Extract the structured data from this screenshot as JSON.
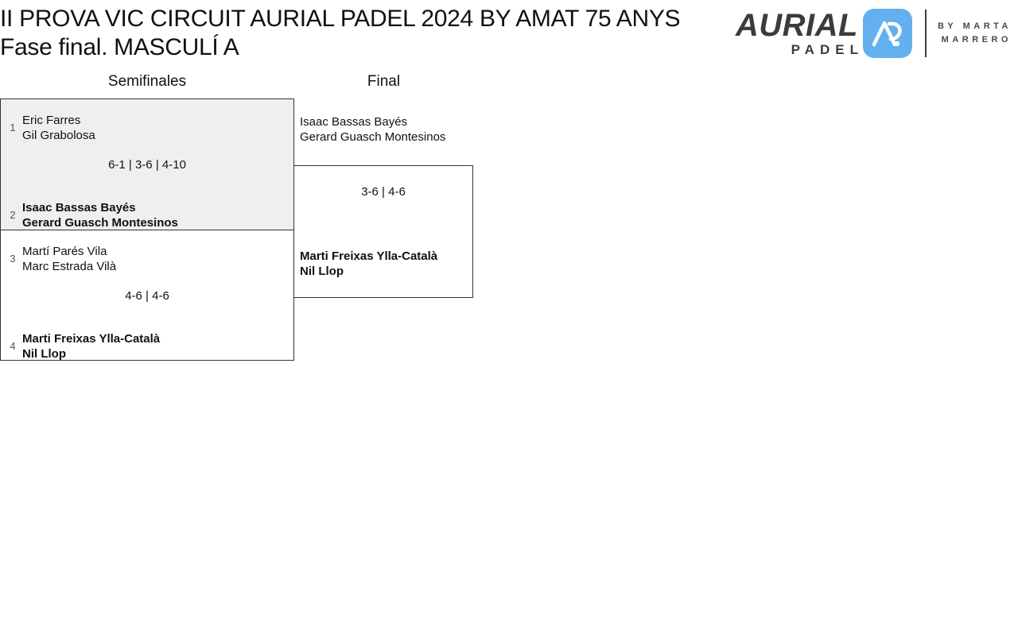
{
  "header": {
    "title_line1": "II PROVA VIC CIRCUIT AURIAL PADEL 2024 BY AMAT 75 ANYS",
    "title_line2": "Fase final. MASCULÍ A",
    "logo": {
      "brand": "AURIAL",
      "sub_brand": "PADEL",
      "by_line1": "BY MARTA",
      "by_line2": "MARRERO",
      "mark_icon": "ap-monogram-icon",
      "mark_color": "#62b0ef",
      "text_color": "#3c3c3c"
    }
  },
  "bracket": {
    "rounds": [
      {
        "label": "Semifinales"
      },
      {
        "label": "Final"
      }
    ],
    "semifinals": [
      {
        "shaded": true,
        "top": {
          "seed": "1",
          "player1": "Eric Farres",
          "player2": "Gil Grabolosa",
          "winner": false
        },
        "bottom": {
          "seed": "2",
          "player1": "Isaac Bassas Bayés",
          "player2": "Gerard Guasch Montesinos",
          "winner": true
        },
        "score": "6-1 | 3-6 | 4-10"
      },
      {
        "shaded": false,
        "top": {
          "seed": "3",
          "player1": "Martí Parés Vila",
          "player2": "Marc Estrada Vilà",
          "winner": false
        },
        "bottom": {
          "seed": "4",
          "player1": "Marti Freixas Ylla-Català",
          "player2": "Nil Llop",
          "winner": true
        },
        "score": "4-6 | 4-6"
      }
    ],
    "final": {
      "top": {
        "player1": "Isaac Bassas Bayés",
        "player2": "Gerard Guasch Montesinos",
        "winner": false
      },
      "bottom": {
        "player1": "Marti Freixas Ylla-Català",
        "player2": "Nil Llop",
        "winner": true
      },
      "score": "3-6 | 4-6"
    }
  }
}
